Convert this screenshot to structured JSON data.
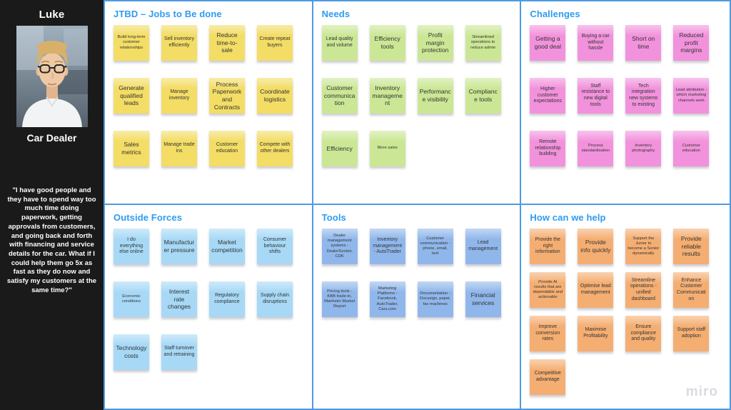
{
  "persona": {
    "name": "Luke",
    "role": "Car Dealer",
    "quote": "\"I have good people and they have to spend way too much time doing paperwork, getting approvals from customers, and going back and forth with financing and service details for the car. What if I could help them go 5x as fast as they do now and satisfy my customers at the same time?\""
  },
  "watermark": "miro",
  "colors": {
    "header": "#2E9BF0",
    "border": "#4E9AE0",
    "sidebar_bg": "#1A1A1A",
    "canvas_bg": "#FFFFFF",
    "watermark": "#D8DBE0",
    "note_yellow": "#F3DD65",
    "note_green": "#CBE795",
    "note_pink": "#F292DC",
    "note_blue": "#A7D9F6",
    "note_periwinkle": "#90B7EB",
    "note_orange": "#F5AE72"
  },
  "sections": [
    {
      "id": "jtbd",
      "title": "JTBD – Jobs to Be done",
      "note_color": "#F3DD65",
      "notes": [
        {
          "text": "Build long-term customer relationships",
          "size": "s"
        },
        {
          "text": "Sell inventory efficiently",
          "size": "m"
        },
        {
          "text": "Reduce time-to-sale",
          "size": "l"
        },
        {
          "text": "Create repeat buyers",
          "size": "m"
        },
        {
          "text": "Generate qualified leads",
          "size": "l"
        },
        {
          "text": "Manage inventory",
          "size": "m"
        },
        {
          "text": "Process Paperwork and Contracts",
          "size": "l"
        },
        {
          "text": "Coordinate logistics",
          "size": "l"
        },
        {
          "text": "Sales metrics",
          "size": "l"
        },
        {
          "text": "Manage trade ins",
          "size": "m"
        },
        {
          "text": "Customer education",
          "size": "m"
        },
        {
          "text": "Compete with other dealers",
          "size": "m"
        }
      ]
    },
    {
      "id": "needs",
      "title": "Needs",
      "note_color": "#CBE795",
      "notes": [
        {
          "text": "Lead quality and volume",
          "size": "m"
        },
        {
          "text": "Efficiency tools",
          "size": "l"
        },
        {
          "text": "Profit margin protection",
          "size": "l"
        },
        {
          "text": "Streamlined operations to reduce admin",
          "size": "s"
        },
        {
          "text": "Customer communication",
          "size": "l"
        },
        {
          "text": "Inventory management",
          "size": "l"
        },
        {
          "text": "Performance visibility",
          "size": "l"
        },
        {
          "text": "Compliance tools",
          "size": "l"
        },
        {
          "text": "Efficiency",
          "size": "l"
        },
        {
          "text": "More sales",
          "size": "s"
        }
      ]
    },
    {
      "id": "challenges",
      "title": "Challenges",
      "note_color": "#F292DC",
      "notes": [
        {
          "text": "Getting a good deal",
          "size": "l"
        },
        {
          "text": "Buying a car without hassle",
          "size": "m"
        },
        {
          "text": "Short on time",
          "size": "l"
        },
        {
          "text": "Reduced profit margins",
          "size": "l"
        },
        {
          "text": "Higher customer expectations",
          "size": "m"
        },
        {
          "text": "Staff resistance to new digital tools",
          "size": "m"
        },
        {
          "text": "Tech integration new systems to existing",
          "size": "m"
        },
        {
          "text": "Lead attribution - which marketing channels work",
          "size": "s"
        },
        {
          "text": "Remote relationship building",
          "size": "m"
        },
        {
          "text": "Process standardisation",
          "size": "s"
        },
        {
          "text": "Inventory photography",
          "size": "s"
        },
        {
          "text": "Customer education",
          "size": "s"
        }
      ]
    },
    {
      "id": "outside-forces",
      "title": "Outside Forces",
      "note_color": "#A7D9F6",
      "notes": [
        {
          "text": "I do everything else online",
          "size": "m"
        },
        {
          "text": "Manufacturer pressure",
          "size": "l"
        },
        {
          "text": "Market competition",
          "size": "l"
        },
        {
          "text": "Consumer behaviour shifts",
          "size": "m"
        },
        {
          "text": "Economic conditions",
          "size": "s"
        },
        {
          "text": "Interest rate changes",
          "size": "l"
        },
        {
          "text": "Regulatory compliance",
          "size": "m"
        },
        {
          "text": "Supply chain disruptions",
          "size": "m"
        },
        {
          "text": "Technology costs",
          "size": "l"
        },
        {
          "text": "Staff turnover and retraining",
          "size": "m"
        }
      ]
    },
    {
      "id": "tools",
      "title": "Tools",
      "note_color": "#90B7EB",
      "notes": [
        {
          "text": "Dealer management systems - DealerSocket, CDK",
          "size": "s"
        },
        {
          "text": "Inventory management - AutoTrader",
          "size": "m"
        },
        {
          "text": "Customer communication - phone, email, text",
          "size": "s"
        },
        {
          "text": "Lead management",
          "size": "m"
        },
        {
          "text": "Pricing tools - KBB trade-in, Manheim Market Report",
          "size": "s"
        },
        {
          "text": "Marketing Platforms - Facebook, AutoTrader, Cars.com",
          "size": "s"
        },
        {
          "text": "Documentation - Docusign, paper, fax machines",
          "size": "s"
        },
        {
          "text": "Financial services",
          "size": "l"
        }
      ]
    },
    {
      "id": "how-can-we-help",
      "title": "How can we help",
      "note_color": "#F5AE72",
      "notes": [
        {
          "text": "Provide the right information",
          "size": "m"
        },
        {
          "text": "Provide info quickly",
          "size": "l"
        },
        {
          "text": "Support the Junior to become a Senior dynamically",
          "size": "s"
        },
        {
          "text": "Provide reliable results",
          "size": "l"
        },
        {
          "text": "Provide AI results that are dependable and actionable",
          "size": "s"
        },
        {
          "text": "Optimise lead management",
          "size": "m"
        },
        {
          "text": "Streamline operations - unified dashboard",
          "size": "m"
        },
        {
          "text": "Enhance Customer Communication",
          "size": "m"
        },
        {
          "text": "Improve conversion rates",
          "size": "m"
        },
        {
          "text": "Maximise Profitability",
          "size": "m"
        },
        {
          "text": "Ensure compliance and quality",
          "size": "m"
        },
        {
          "text": "Support staff adoption",
          "size": "m"
        },
        {
          "text": "Compeititve advantage",
          "size": "m"
        }
      ]
    }
  ]
}
